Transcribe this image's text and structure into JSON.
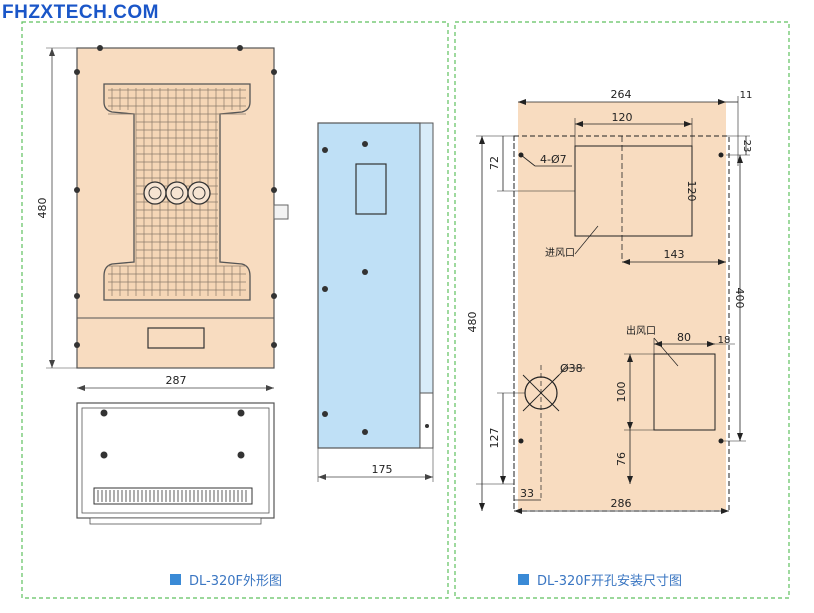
{
  "brand": "FHZXTECH.COM",
  "captions": {
    "left": "DL-320F外形图",
    "right": "DL-320F开孔安装尺寸图"
  },
  "dims": {
    "front_height": "480",
    "front_width": "287",
    "side_depth": "175",
    "cut_width_top": "264",
    "cut_offset_right": "11",
    "top_offset": "23",
    "inlet_width": "120",
    "inlet_height": "120",
    "inlet_top": "72",
    "hole_spec": "4-Ø7",
    "inlet_right": "143",
    "hole_span": "400",
    "total_height": "480",
    "outlet_width": "80",
    "outlet_right": "18",
    "outlet_height": "100",
    "outlet_bottom": "76",
    "round_hole": "Ø38",
    "round_bottom": "127",
    "left_offset": "33",
    "total_width": "286"
  },
  "labels": {
    "inlet": "进风口",
    "outlet": "出风口"
  }
}
